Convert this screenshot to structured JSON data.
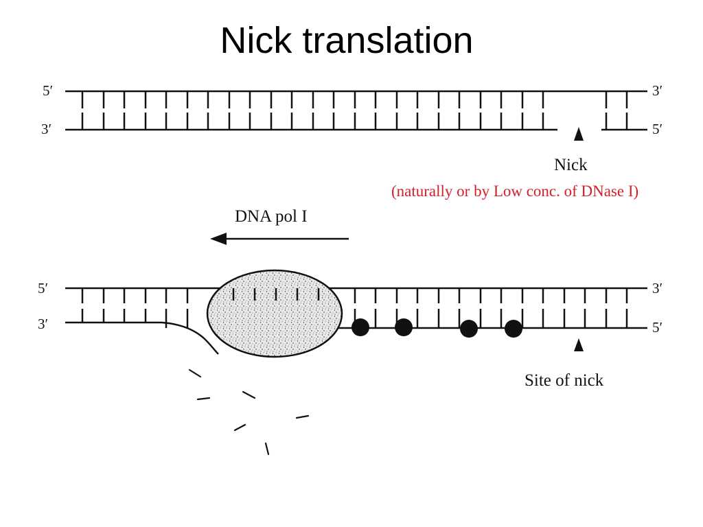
{
  "title": "Nick translation",
  "labels": {
    "nick": "Nick",
    "nick_note": "(naturally or by Low conc. of DNase I)",
    "enzyme": "DNA pol I",
    "site_of_nick": "Site of nick"
  },
  "strand_ends": {
    "top_left_top": "5′",
    "top_left_bottom": "3′",
    "top_right_top": "3′",
    "top_right_bottom": "5′",
    "bottom_left_top": "5′",
    "bottom_left_bottom": "3′",
    "bottom_right_top": "3′",
    "bottom_right_bottom": "5′"
  },
  "colors": {
    "ink": "#111111",
    "note": "#d0202a",
    "enzyme_fill": "#e6e6e6"
  }
}
